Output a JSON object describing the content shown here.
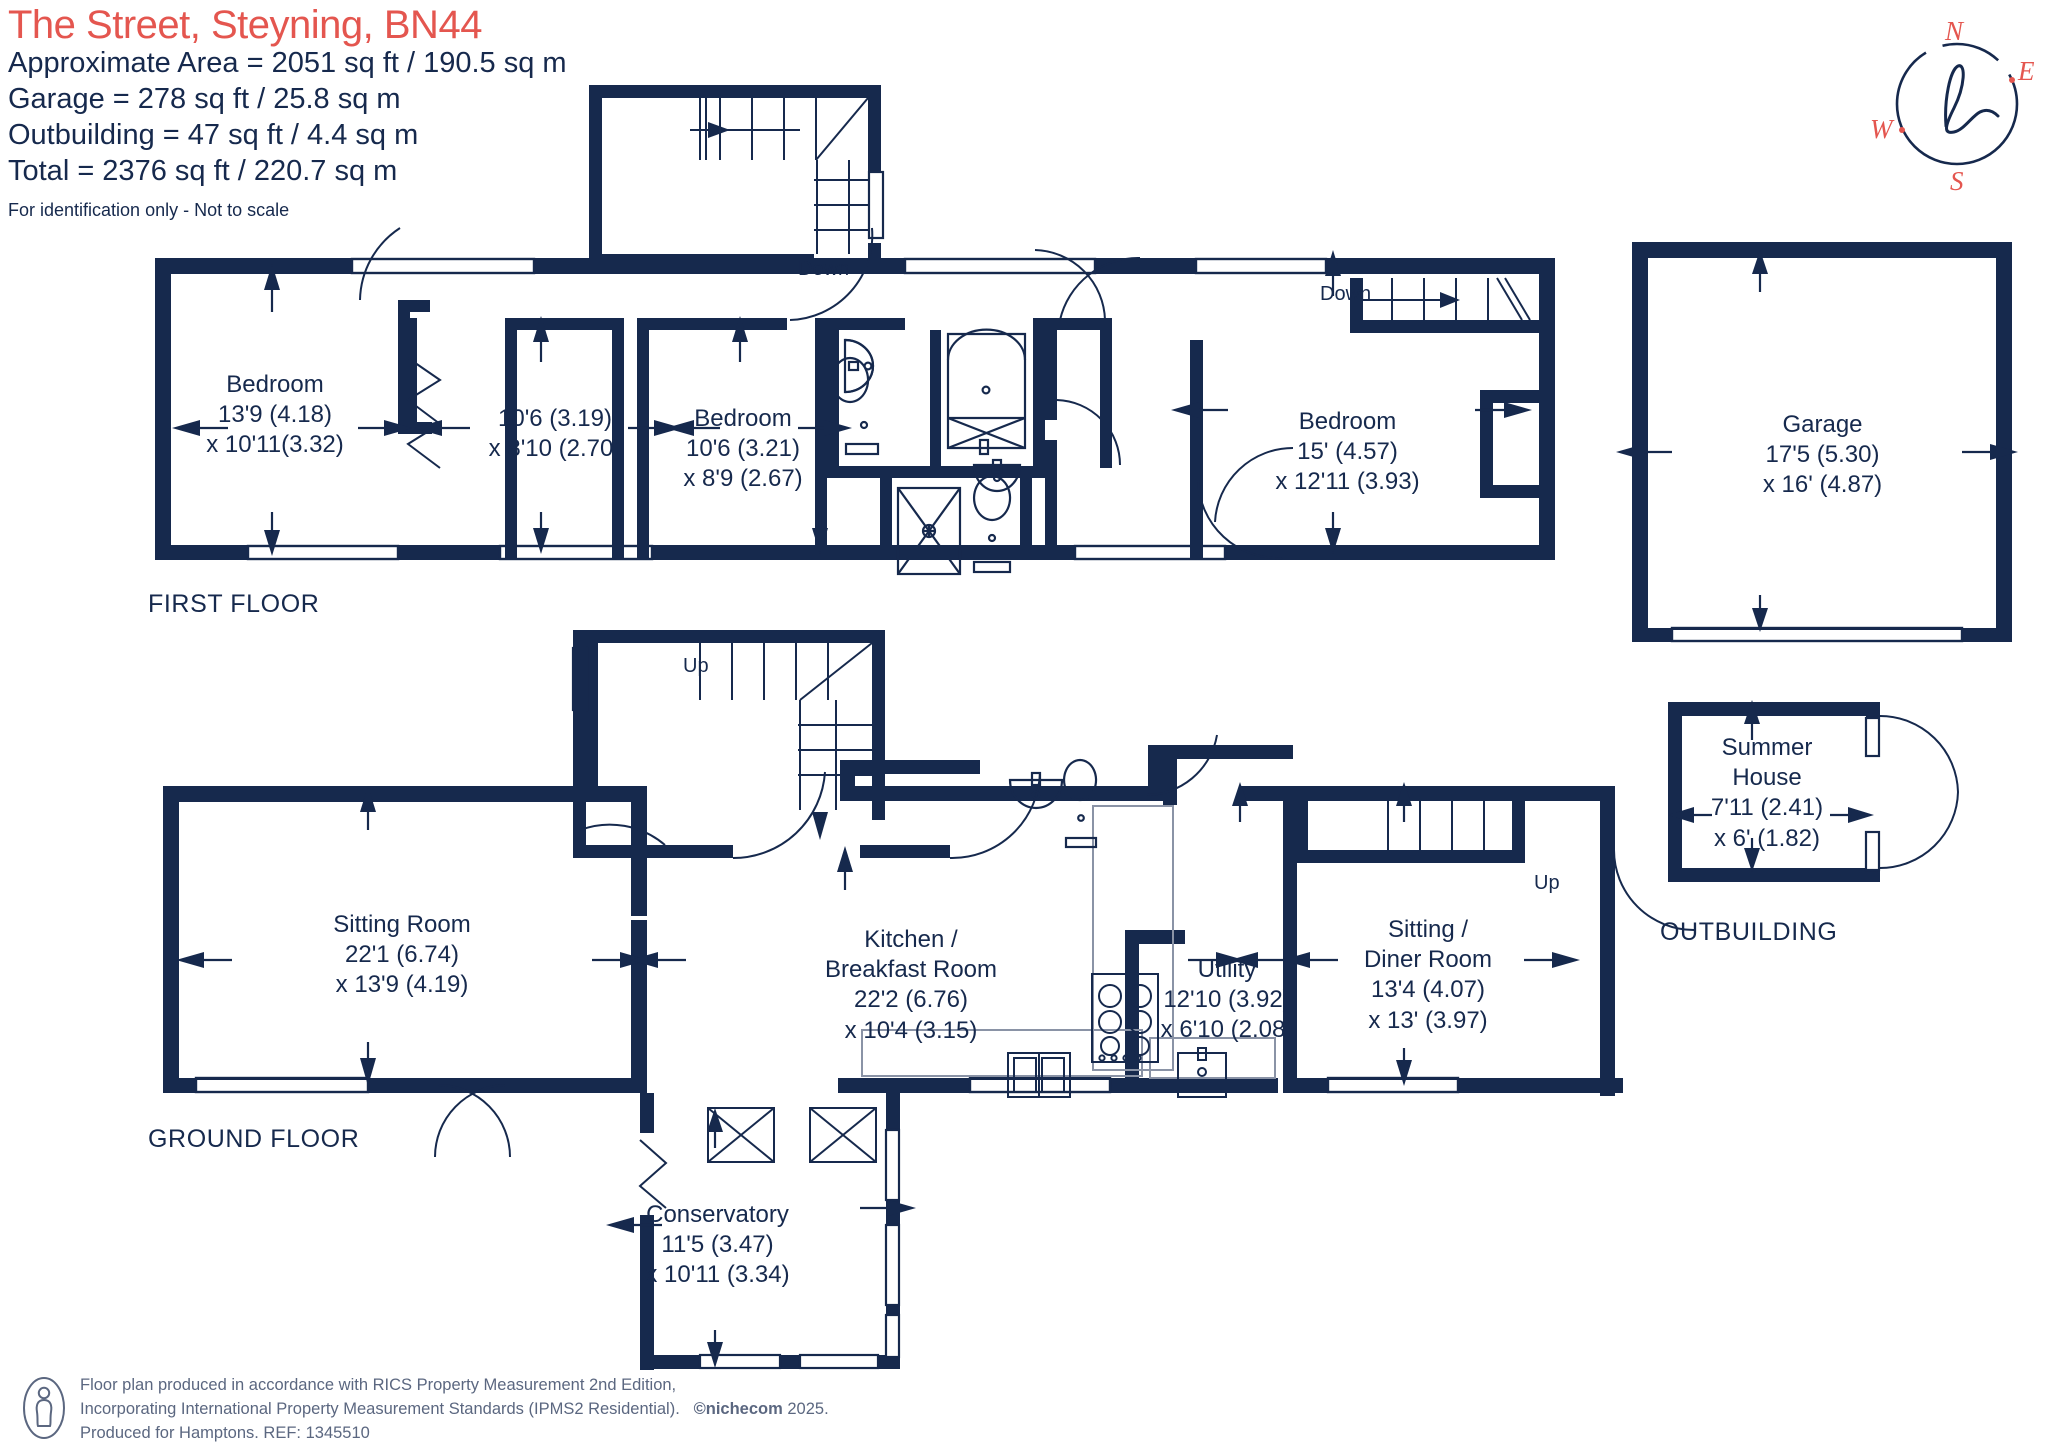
{
  "header": {
    "title": "The Street, Steyning, BN44",
    "lines": [
      "Approximate Area = 2051 sq ft / 190.5 sq m",
      "Garage = 278 sq ft / 25.8 sq m",
      "Outbuilding = 47 sq ft / 4.4 sq m",
      "Total = 2376 sq ft / 220.7 sq m"
    ],
    "disclaimer": "For identification only - Not to scale"
  },
  "compass": {
    "north": "N",
    "east": "E",
    "south": "S",
    "west": "W",
    "monogram": "h"
  },
  "floors": {
    "first": "FIRST FLOOR",
    "ground": "GROUND FLOOR",
    "outbuilding": "OUTBUILDING"
  },
  "stairs": {
    "first_down_left": "Down",
    "first_down_right": "Down",
    "ground_up_left": "Up",
    "ground_up_right": "Up"
  },
  "rooms": {
    "bedroom1": {
      "name": "Bedroom",
      "dim1": "13'9 (4.18)",
      "dim2": "x 10'11(3.32)"
    },
    "landing_room": {
      "name": "",
      "dim1": "10'6 (3.19)",
      "dim2": "x 8'10 (2.70)"
    },
    "bedroom2": {
      "name": "Bedroom",
      "dim1": "10'6 (3.21)",
      "dim2": "x 8'9 (2.67)"
    },
    "bedroom3": {
      "name": "Bedroom",
      "dim1": "15' (4.57)",
      "dim2": "x 12'11 (3.93)"
    },
    "garage": {
      "name": "Garage",
      "dim1": "17'5 (5.30)",
      "dim2": "x 16' (4.87)"
    },
    "sitting_room": {
      "name": "Sitting Room",
      "dim1": "22'1 (6.74)",
      "dim2": "x 13'9 (4.19)"
    },
    "kitchen": {
      "name1": "Kitchen /",
      "name2": "Breakfast Room",
      "dim1": "22'2 (6.76)",
      "dim2": "x 10'4 (3.15)"
    },
    "utility": {
      "name": "Utility",
      "dim1": "12'10 (3.92)",
      "dim2": "x 6'10 (2.08)"
    },
    "sitting_diner": {
      "name1": "Sitting /",
      "name2": "Diner Room",
      "dim1": "13'4 (4.07)",
      "dim2": "x 13' (3.97)"
    },
    "conservatory": {
      "name": "Conservatory",
      "dim1": "11'5 (3.47)",
      "dim2": "x 10'11 (3.34)"
    },
    "summer_house": {
      "name1": "Summer",
      "name2": "House",
      "dim1": "7'11 (2.41)",
      "dim2": "x 6' (1.82)"
    }
  },
  "footer": {
    "line1": "Floor plan produced in accordance with RICS Property Measurement 2nd Edition,",
    "line2_a": "Incorporating International Property Measurement Standards (IPMS2 Residential).",
    "line2_b": "©nichecom",
    "line2_c": "2025.",
    "line3": "Produced for Hamptons.   REF:  1345510"
  },
  "colors": {
    "wall": "#16294d",
    "accent": "#e4564f",
    "text": "#16294d",
    "footer_text": "#5b6780",
    "fixture_line": "#16294d"
  }
}
